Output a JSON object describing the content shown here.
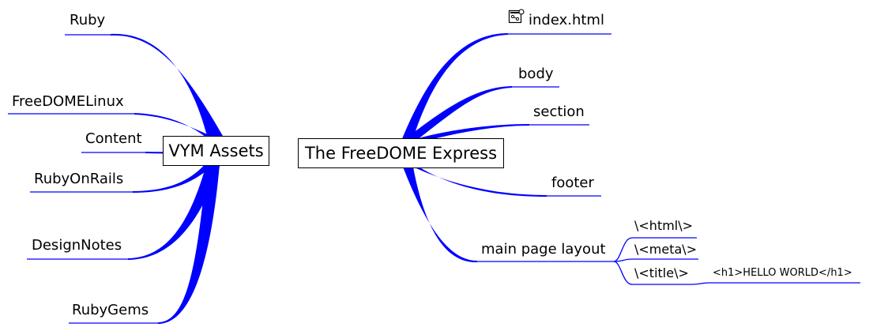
{
  "roots": {
    "left": "VYM Assets",
    "right": "The FreeDOME Express"
  },
  "left_branches": [
    "Ruby",
    "FreeDOMELinux",
    "Content",
    "RubyOnRails",
    "DesignNotes",
    "RubyGems"
  ],
  "right_branches": [
    "index.html",
    "body",
    "section",
    "footer",
    "main page layout"
  ],
  "layout_children": [
    "\\<html\\>",
    "\\<meta\\>",
    "\\<title\\>"
  ],
  "title_child": "<h1>HELLO WORLD</h1>",
  "colors": {
    "branch": "#0000ff",
    "text": "#000000",
    "background": "#ffffff"
  },
  "icons": {
    "index_html": "file-link-icon"
  }
}
